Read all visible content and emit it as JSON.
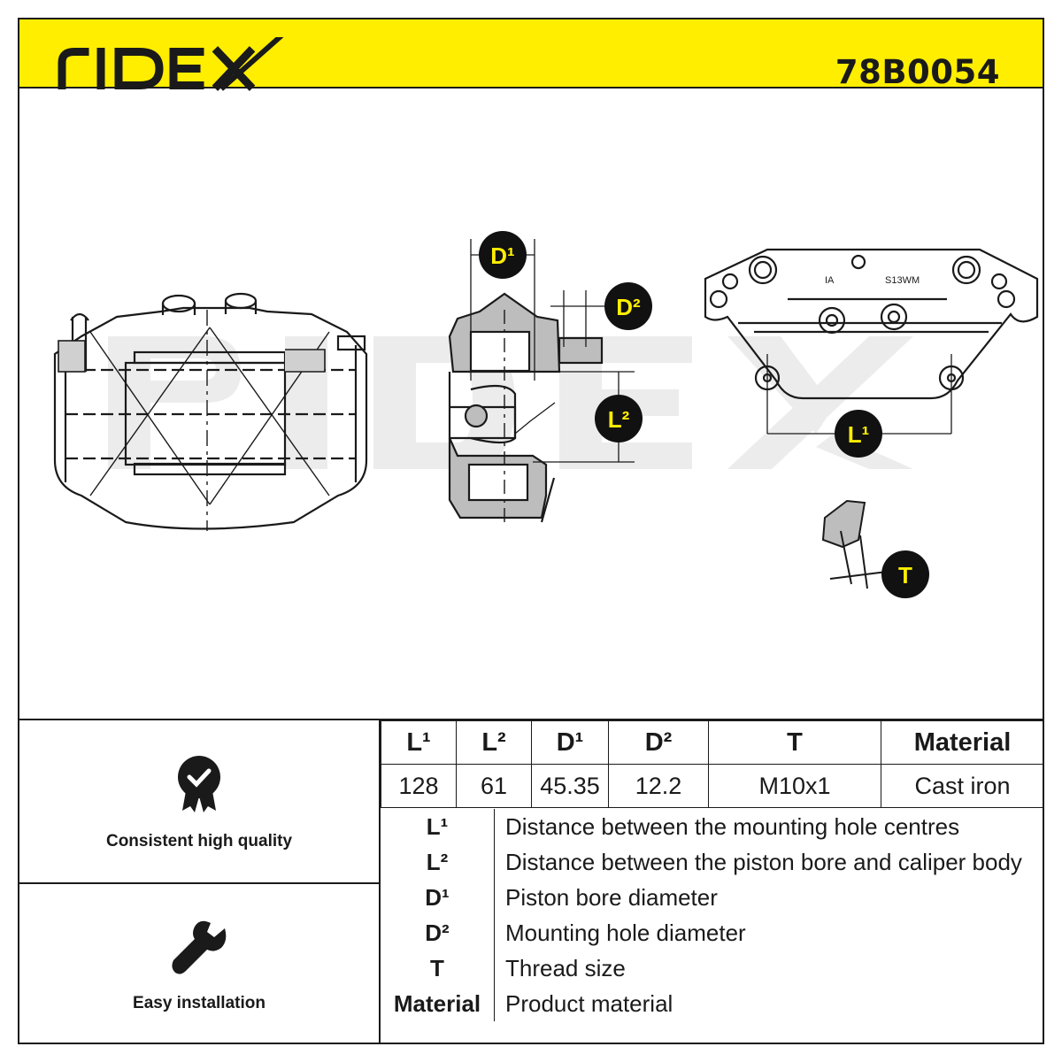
{
  "header": {
    "brand": "RIDEX",
    "part_number": "78B0054"
  },
  "drawing": {
    "watermark": "RIDEX",
    "labels": {
      "d1": "D¹",
      "d2": "D²",
      "l1": "L¹",
      "l2": "L²",
      "t": "T"
    },
    "casting_marks": [
      "IA",
      "S13WM"
    ]
  },
  "features": [
    {
      "label": "Consistent high quality",
      "icon": "quality-badge-icon"
    },
    {
      "label": "Easy installation",
      "icon": "wrench-icon"
    }
  ],
  "spec_table": {
    "headers": [
      "L¹",
      "L²",
      "D¹",
      "D²",
      "T",
      "Material"
    ],
    "values": [
      "128",
      "61",
      "45.35",
      "12.2",
      "M10x1",
      "Cast iron"
    ]
  },
  "legend": [
    {
      "symbol": "L¹",
      "description": "Distance between the mounting hole centres"
    },
    {
      "symbol": "L²",
      "description": "Distance between the piston bore and caliper body"
    },
    {
      "symbol": "D¹",
      "description": "Piston bore diameter"
    },
    {
      "symbol": "D²",
      "description": "Mounting hole diameter"
    },
    {
      "symbol": "T",
      "description": "Thread size"
    },
    {
      "symbol": "Material",
      "description": "Product material"
    }
  ],
  "colors": {
    "header_bg": "#ffee00",
    "line": "#1a1a1a",
    "label_badge": "#111111",
    "label_text": "#ffee00",
    "watermark": "#ececec"
  }
}
